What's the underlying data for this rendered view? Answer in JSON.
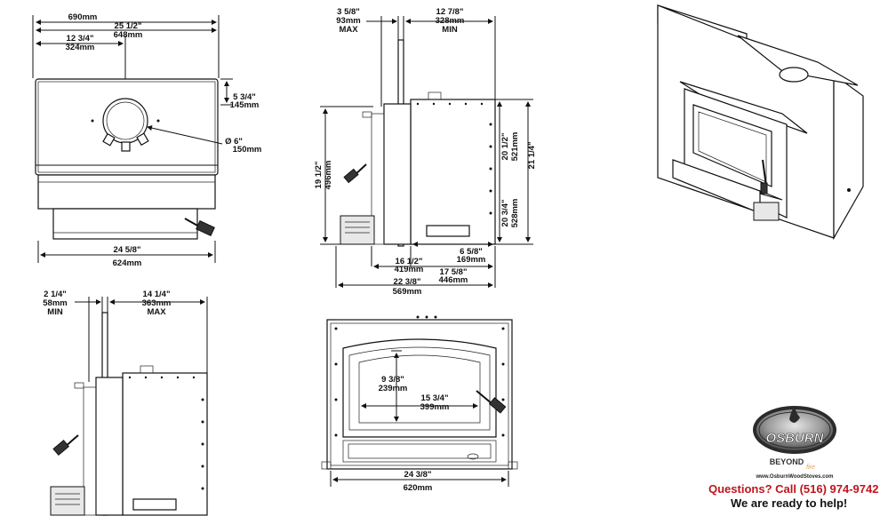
{
  "top_view": {
    "overall_width": {
      "in": "",
      "mm": "690mm"
    },
    "faceplate_width": {
      "in": "25 1/2\"",
      "mm": "648mm"
    },
    "flue_center": {
      "in": "12 3/4\"",
      "mm": "324mm"
    },
    "flue_depth": {
      "in": "5 3/4\"",
      "mm": "145mm"
    },
    "flue_diameter": {
      "in": "Ø  6\"",
      "mm": "150mm"
    },
    "body_width": {
      "in": "24 5/8\"",
      "mm": "624mm"
    }
  },
  "side_view": {
    "clearance_max": {
      "in": "3 5/8\"",
      "mm": "93mm",
      "tag": "MAX"
    },
    "depth_min": {
      "in": "12 7/8\"",
      "mm": "328mm",
      "tag": "MIN"
    },
    "height_front": {
      "in": "19 1/2\"",
      "mm": "496mm"
    },
    "height_mid": {
      "in": "20 1/2\"",
      "mm": "521mm"
    },
    "height_total": {
      "in": "21 1/4\"",
      "mm": ""
    },
    "height_lower": {
      "in": "20 3/4\"",
      "mm": "528mm"
    },
    "leg_depth": {
      "in": "6 5/8\"",
      "mm": "169mm"
    },
    "firebox_depth": {
      "in": "16 1/2\"",
      "mm": "419mm"
    },
    "rear_depth": {
      "in": "17 5/8\"",
      "mm": "446mm"
    },
    "overall_depth": {
      "in": "22 3/8\"",
      "mm": "569mm"
    }
  },
  "side_view_2": {
    "clearance_min": {
      "in": "2 1/4\"",
      "mm": "58mm",
      "tag": "MIN"
    },
    "depth_max": {
      "in": "14 1/4\"",
      "mm": "363mm",
      "tag": "MAX"
    }
  },
  "front_view": {
    "glass_height": {
      "in": "9 3/8\"",
      "mm": "239mm"
    },
    "glass_width": {
      "in": "15 3/4\"",
      "mm": "399mm"
    },
    "body_width": {
      "in": "24 3/8\"",
      "mm": "620mm"
    }
  },
  "branding": {
    "logo_text": "OSBURN",
    "tagline_main": "BEYOND",
    "tagline_accent": "fire",
    "website": "www.OsburnWoodStoves.com",
    "question_line": "Questions? Call (516) 974-9742",
    "help_line": "We are ready to help!",
    "colors": {
      "accent": "#c0141b",
      "accent_fire": "#e0a050",
      "logo_dark": "#2b2b2b",
      "logo_silver": "#c8c8c8"
    }
  }
}
